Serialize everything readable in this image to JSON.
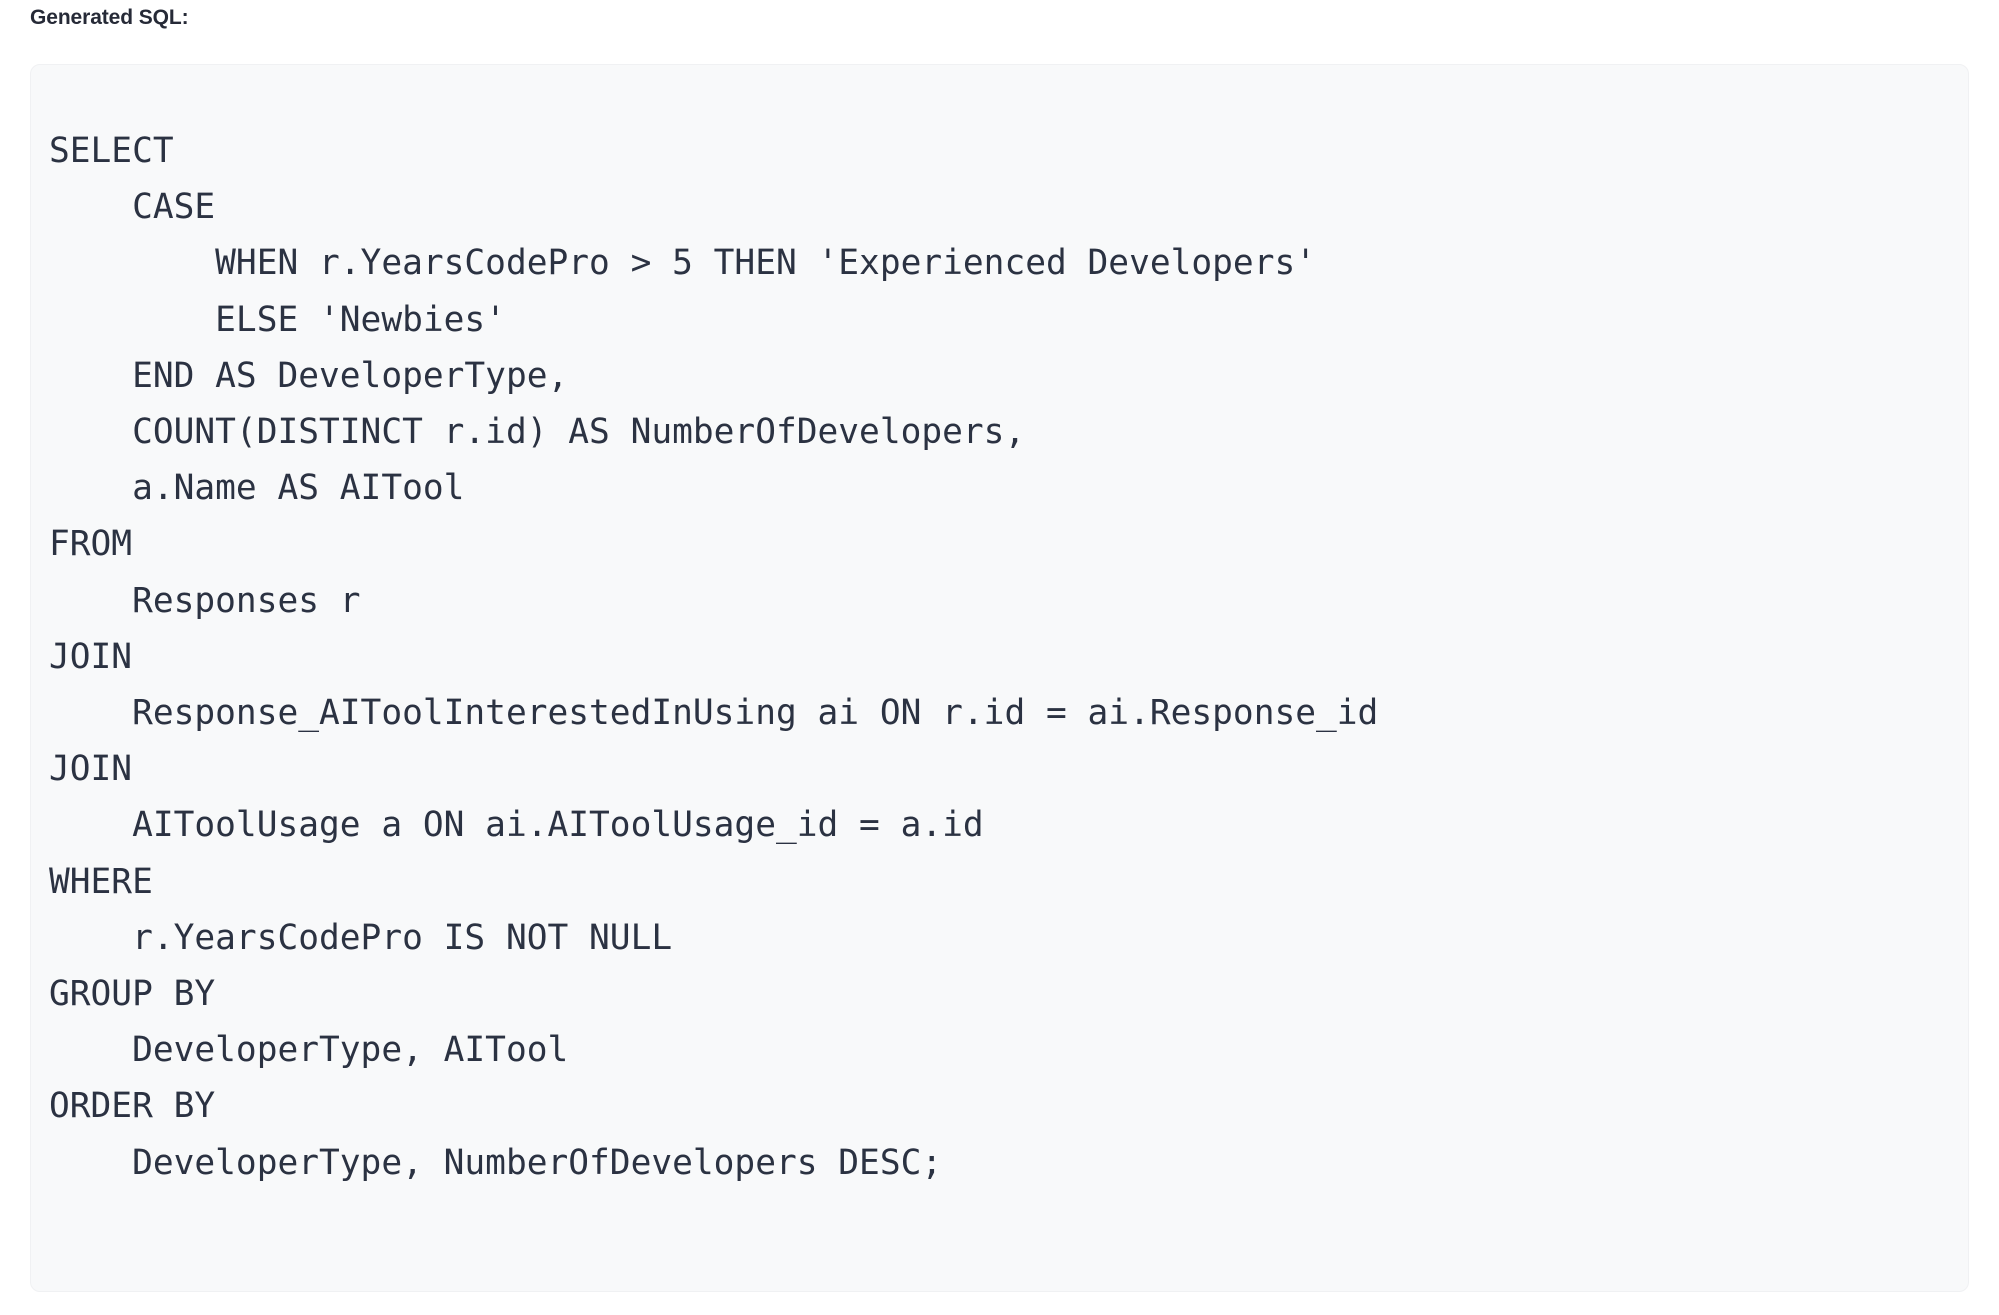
{
  "heading": {
    "label": "Generated SQL:"
  },
  "code_block": {
    "language": "sql",
    "background_color": "#f8f9fa",
    "text_color": "#2b3242",
    "border_color": "#f0f1f3",
    "lines": [
      "SELECT",
      "    CASE",
      "        WHEN r.YearsCodePro > 5 THEN 'Experienced Developers'",
      "        ELSE 'Newbies'",
      "    END AS DeveloperType,",
      "    COUNT(DISTINCT r.id) AS NumberOfDevelopers,",
      "    a.Name AS AITool",
      "FROM",
      "    Responses r",
      "JOIN",
      "    Response_AIToolInterestedInUsing ai ON r.id = ai.Response_id",
      "JOIN",
      "    AIToolUsage a ON ai.AIToolUsage_id = a.id",
      "WHERE",
      "    r.YearsCodePro IS NOT NULL",
      "GROUP BY",
      "    DeveloperType, AITool",
      "ORDER BY",
      "    DeveloperType, NumberOfDevelopers DESC;"
    ],
    "full_text": "SELECT\n    CASE\n        WHEN r.YearsCodePro > 5 THEN 'Experienced Developers'\n        ELSE 'Newbies'\n    END AS DeveloperType,\n    COUNT(DISTINCT r.id) AS NumberOfDevelopers,\n    a.Name AS AITool\nFROM\n    Responses r\nJOIN\n    Response_AIToolInterestedInUsing ai ON r.id = ai.Response_id\nJOIN\n    AIToolUsage a ON ai.AIToolUsage_id = a.id\nWHERE\n    r.YearsCodePro IS NOT NULL\nGROUP BY\n    DeveloperType, AITool\nORDER BY\n    DeveloperType, NumberOfDevelopers DESC;"
  }
}
